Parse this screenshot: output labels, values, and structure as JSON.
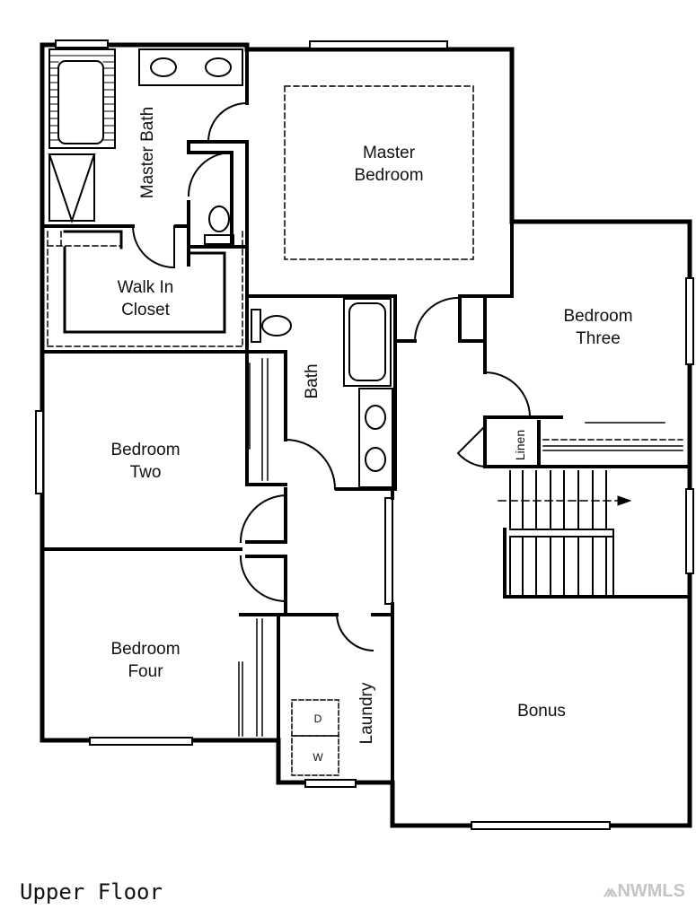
{
  "caption": "Upper Floor",
  "watermark": "NWMLS",
  "rooms": {
    "master_bath": "Master Bath",
    "master_bedroom_1": "Master",
    "master_bedroom_2": "Bedroom",
    "walk_in_1": "Walk In",
    "walk_in_2": "Closet",
    "bath": "Bath",
    "bedroom_three_1": "Bedroom",
    "bedroom_three_2": "Three",
    "linen": "Linen",
    "bedroom_two_1": "Bedroom",
    "bedroom_two_2": "Two",
    "bedroom_four_1": "Bedroom",
    "bedroom_four_2": "Four",
    "laundry": "Laundry",
    "bonus": "Bonus",
    "dryer": "D",
    "washer": "W"
  }
}
